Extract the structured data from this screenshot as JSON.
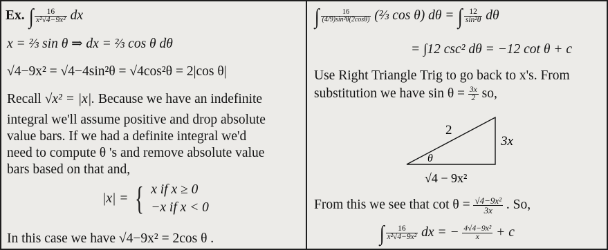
{
  "left": {
    "ex_label": "Ex.",
    "ex_num": "16",
    "ex_den": "x²√4−9x²",
    "ex_tail": "dx",
    "sub_line": "x = ⅔ sin θ  ⇒  dx = ⅔ cos θ dθ",
    "sqrt_line": "√4−9x² = √4−4sin²θ = √4cos²θ = 2|cos θ|",
    "recall_prefix": "Recall",
    "recall_math": "√x² = |x|.",
    "recall_rest": "Because we have an indefinite",
    "para": [
      "integral we'll assume positive and drop absolute",
      "value bars.  If we had a definite integral we'd",
      "need to compute θ 's and remove absolute value",
      "bars based on that and,"
    ],
    "abs_lhs": "|x| =",
    "case1": "x    if x ≥ 0",
    "case2": "−x   if x < 0",
    "final_prefix": "In this case we have",
    "final_math": "√4−9x² = 2cos θ ."
  },
  "right": {
    "int1_num": "16",
    "int1_den": "(4/9)sin²θ(2cosθ)",
    "int1_mid": "(⅔ cos θ) dθ =",
    "int1_num2": "12",
    "int1_den2": "sin²θ",
    "int1_tail": "dθ",
    "int2": "= ∫12 csc² dθ = −12 cot θ + c",
    "trig_line1": "Use Right Triangle Trig to go back to x's.  From",
    "trig_line2_prefix": "substitution we have sin θ =",
    "trig_frac_num": "3x",
    "trig_frac_den": "2",
    "trig_line2_suffix": "so,",
    "tri_hyp": "2",
    "tri_opp": "3x",
    "tri_angle": "θ",
    "tri_adj": "√4 − 9x²",
    "cot_prefix": "From this we see that cot θ =",
    "cot_num": "√4−9x²",
    "cot_den": "3x",
    "cot_suffix": ".  So,",
    "ans_num": "16",
    "ans_den": "x²√4−9x²",
    "ans_mid": "dx = −",
    "ans_num2": "4√4−9x²",
    "ans_den2": "x",
    "ans_tail": "+ c"
  }
}
